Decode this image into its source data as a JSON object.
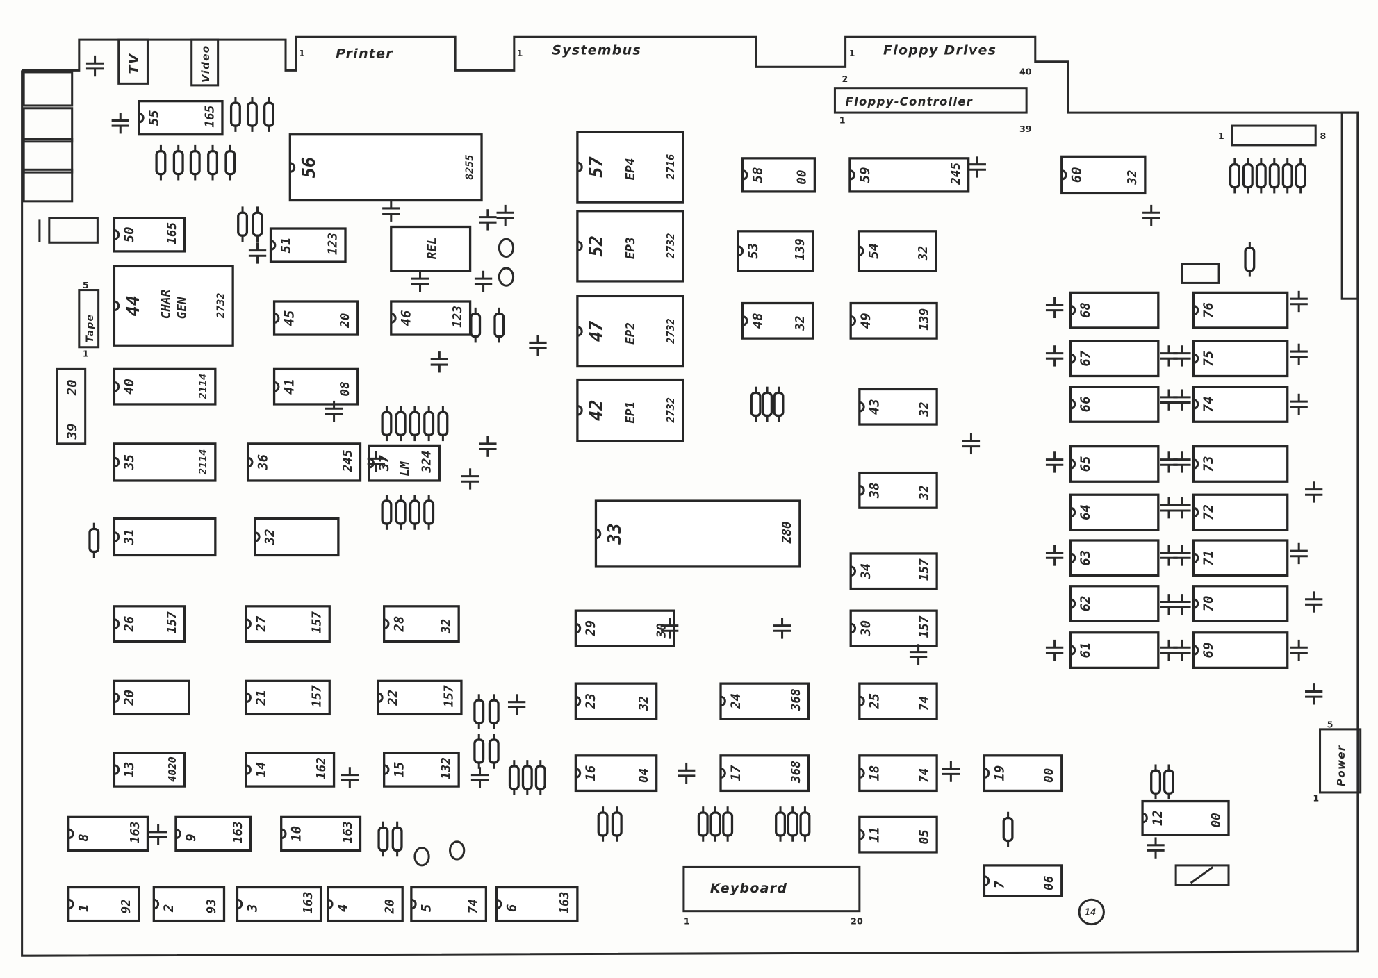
{
  "connectors": {
    "tv": "TV",
    "video": "Video",
    "printer": "Printer",
    "printer_pin": "1",
    "systembus": "Systembus",
    "systembus_pin": "1",
    "floppy_drives": "Floppy Drives",
    "floppy_pin1": "1",
    "floppy_pin2": "2",
    "floppy_pin40": "40",
    "floppy_controller": "Floppy-Controller",
    "fc_pin1": "1",
    "fc_pin39": "39",
    "keyboard": "Keyboard",
    "keyboard_pin1": "1",
    "keyboard_pin20": "20",
    "power": "Power",
    "power_pin1": "1",
    "power_pin5": "5",
    "tape": "Tape",
    "tape_pin1": "1",
    "tape_pin5": "5",
    "edge_pin1": "1",
    "edge_pin8": "8",
    "header_39": "39",
    "header_20": "20",
    "rel": "REL",
    "mark": "14"
  },
  "ics": [
    {
      "num": "55",
      "type": "165"
    },
    {
      "num": "56",
      "type": "8255"
    },
    {
      "num": "50",
      "type": "165"
    },
    {
      "num": "51",
      "type": "123"
    },
    {
      "num": "44",
      "type": "2732",
      "label": "CHAR GEN"
    },
    {
      "num": "45",
      "type": "20"
    },
    {
      "num": "46",
      "type": "123"
    },
    {
      "num": "40",
      "type": "2114"
    },
    {
      "num": "41",
      "type": "08"
    },
    {
      "num": "35",
      "type": "2114"
    },
    {
      "num": "36",
      "type": "245"
    },
    {
      "num": "37",
      "type": "324",
      "label": "LM"
    },
    {
      "num": "31",
      "type": ""
    },
    {
      "num": "32",
      "type": ""
    },
    {
      "num": "26",
      "type": "157"
    },
    {
      "num": "27",
      "type": "157"
    },
    {
      "num": "28",
      "type": "32"
    },
    {
      "num": "20",
      "type": ""
    },
    {
      "num": "21",
      "type": "157"
    },
    {
      "num": "22",
      "type": "157"
    },
    {
      "num": "13",
      "type": "4020"
    },
    {
      "num": "14",
      "type": "162"
    },
    {
      "num": "15",
      "type": "132"
    },
    {
      "num": "8",
      "type": "163"
    },
    {
      "num": "9",
      "type": "163"
    },
    {
      "num": "10",
      "type": "163"
    },
    {
      "num": "1",
      "type": "92"
    },
    {
      "num": "2",
      "type": "93"
    },
    {
      "num": "3",
      "type": "163"
    },
    {
      "num": "4",
      "type": "20"
    },
    {
      "num": "5",
      "type": "74"
    },
    {
      "num": "6",
      "type": "163"
    },
    {
      "num": "57",
      "type": "2716",
      "label": "EP4"
    },
    {
      "num": "52",
      "type": "2732",
      "label": "EP3"
    },
    {
      "num": "47",
      "type": "2732",
      "label": "EP2"
    },
    {
      "num": "42",
      "type": "2732",
      "label": "EP1"
    },
    {
      "num": "33",
      "type": "Z80"
    },
    {
      "num": "29",
      "type": "30"
    },
    {
      "num": "23",
      "type": "32"
    },
    {
      "num": "16",
      "type": "04"
    },
    {
      "num": "58",
      "type": "00"
    },
    {
      "num": "53",
      "type": "139"
    },
    {
      "num": "48",
      "type": "32"
    },
    {
      "num": "24",
      "type": "368"
    },
    {
      "num": "17",
      "type": "368"
    },
    {
      "num": "59",
      "type": "245"
    },
    {
      "num": "54",
      "type": "32"
    },
    {
      "num": "49",
      "type": "139"
    },
    {
      "num": "43",
      "type": "32"
    },
    {
      "num": "38",
      "type": "32"
    },
    {
      "num": "34",
      "type": "157"
    },
    {
      "num": "30",
      "type": "157"
    },
    {
      "num": "25",
      "type": "74"
    },
    {
      "num": "18",
      "type": "74"
    },
    {
      "num": "11",
      "type": "05"
    },
    {
      "num": "19",
      "type": "00"
    },
    {
      "num": "7",
      "type": "06"
    },
    {
      "num": "12",
      "type": "00"
    },
    {
      "num": "60",
      "type": "32"
    },
    {
      "num": "68",
      "type": ""
    },
    {
      "num": "67",
      "type": ""
    },
    {
      "num": "66",
      "type": ""
    },
    {
      "num": "65",
      "type": ""
    },
    {
      "num": "64",
      "type": ""
    },
    {
      "num": "63",
      "type": ""
    },
    {
      "num": "62",
      "type": ""
    },
    {
      "num": "61",
      "type": ""
    },
    {
      "num": "76",
      "type": ""
    },
    {
      "num": "75",
      "type": ""
    },
    {
      "num": "74",
      "type": ""
    },
    {
      "num": "73",
      "type": ""
    },
    {
      "num": "72",
      "type": ""
    },
    {
      "num": "71",
      "type": ""
    },
    {
      "num": "70",
      "type": ""
    },
    {
      "num": "69",
      "type": ""
    }
  ]
}
